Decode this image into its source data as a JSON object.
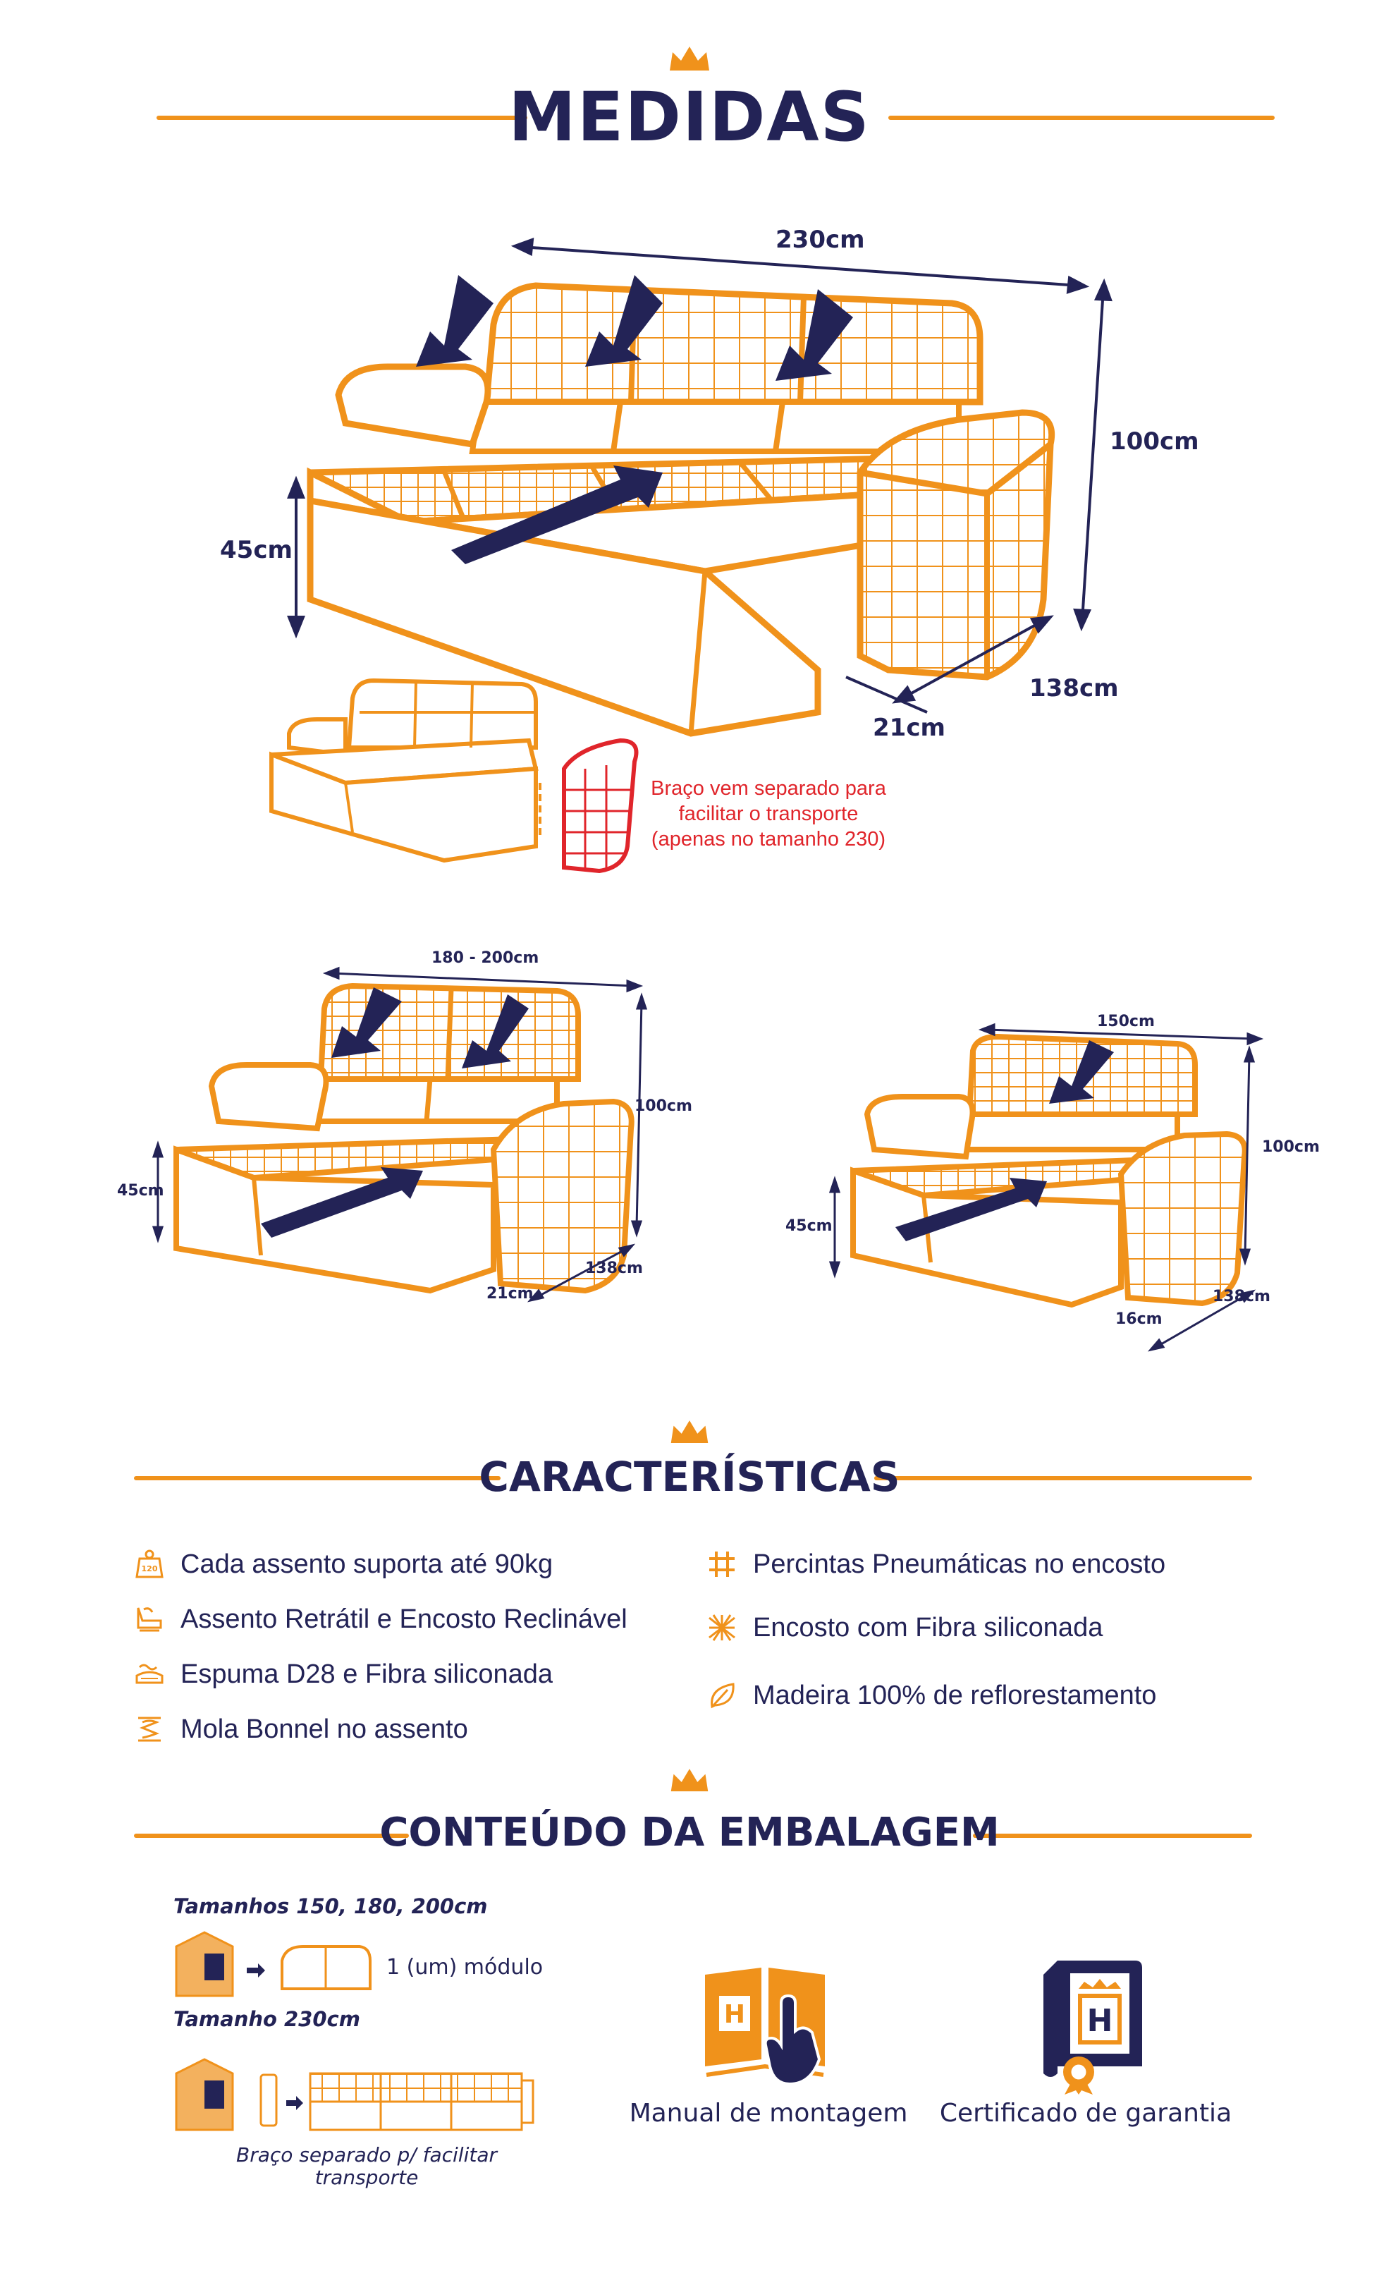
{
  "sections": {
    "medidas": "MEDIDAS",
    "caracteristicas": "CARACTERÍSTICAS",
    "conteudo": "CONTEÚDO DA EMBALAGEM"
  },
  "sofa230": {
    "width": "230cm",
    "height": "100cm",
    "seat_height": "45cm",
    "depth": "138cm",
    "arm": "21cm"
  },
  "arm_note": [
    "Braço vem separado para",
    "facilitar o transporte",
    "(apenas no tamanho 230)"
  ],
  "sofa180": {
    "width": "180 - 200cm",
    "height": "100cm",
    "seat_height": "45cm",
    "depth": "138cm",
    "arm": "21cm"
  },
  "sofa150": {
    "width": "150cm",
    "height": "100cm",
    "seat_height": "45cm",
    "depth": "138cm",
    "arm": "16cm"
  },
  "features": {
    "left": [
      {
        "icon": "weight-icon",
        "text": "Cada assento suporta até 90kg"
      },
      {
        "icon": "recliner-icon",
        "text": "Assento Retrátil e Encosto Reclinável"
      },
      {
        "icon": "foam-icon",
        "text": "Espuma D28 e Fibra siliconada"
      },
      {
        "icon": "spring-icon",
        "text": "Mola Bonnel no assento"
      }
    ],
    "right": [
      {
        "icon": "straps-icon",
        "text": "Percintas Pneumáticas no encosto"
      },
      {
        "icon": "fiber-icon",
        "text": "Encosto com Fibra siliconada"
      },
      {
        "icon": "leaf-icon",
        "text": "Madeira 100% de reflorestamento"
      }
    ]
  },
  "weight_badge": "120",
  "package": {
    "sizes_small": "Tamanhos 150, 180, 200cm",
    "module_label": "1 (um) módulo",
    "size_large": "Tamanho 230cm",
    "arm_note": [
      "Braço separado p/ facilitar",
      "transporte"
    ],
    "manual": "Manual de montagem",
    "certificate": "Certificado de garantia"
  },
  "colors": {
    "orange": "#f0921b",
    "navy": "#232356",
    "red": "#e0252b"
  }
}
